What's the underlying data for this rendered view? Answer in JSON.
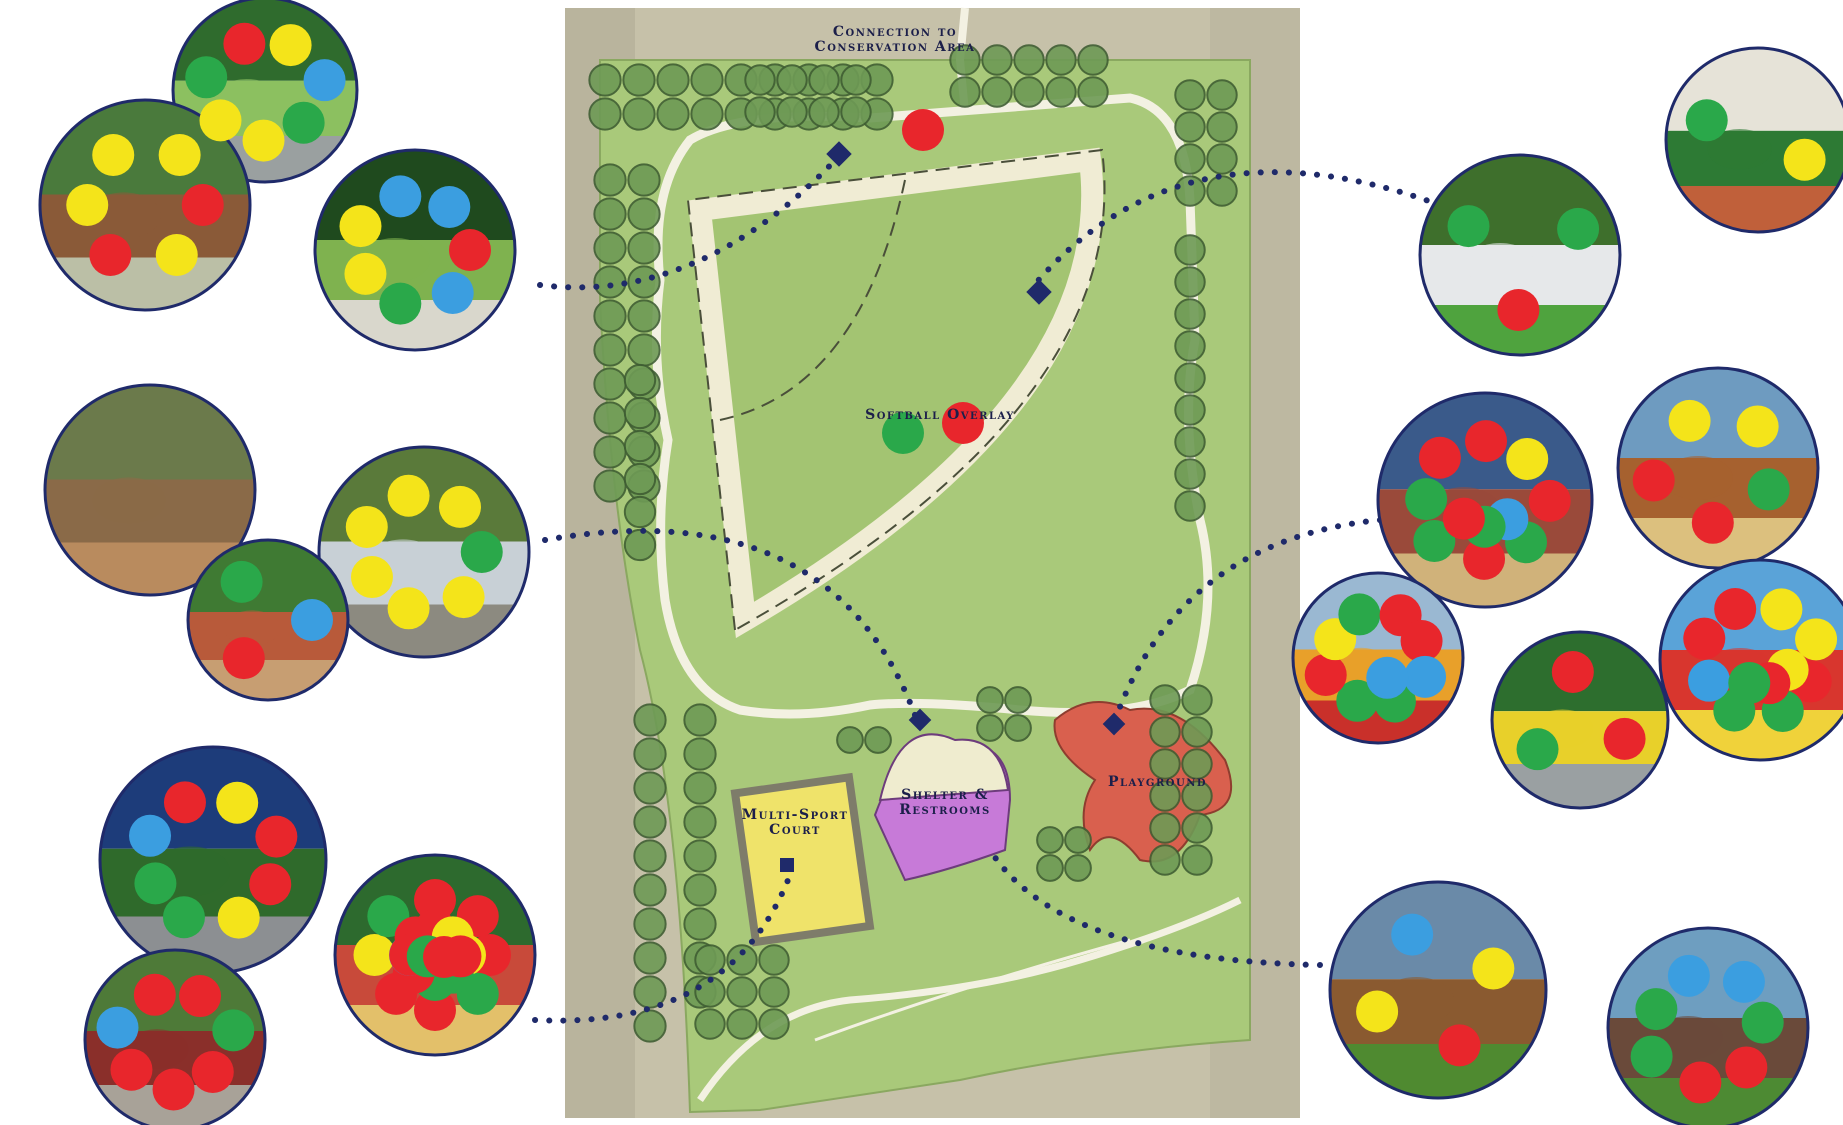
{
  "labels": {
    "connection": "Connection to\nConservation Area",
    "softball": "Softball Overlay",
    "playground": "Playground",
    "shelter": "Shelter &\nRestrooms",
    "court": "Multi-Sport\nCourt"
  },
  "colors": {
    "red": "#e8262c",
    "yellow": "#f4e41a",
    "green": "#2aa84a",
    "blue": "#3b9ee0",
    "connector": "#1f2a6a",
    "lawn": "#a9c97a",
    "light_lawn": "#cfe0a6",
    "path": "#f3f1e2",
    "playground": "#d9604e",
    "shelter": "#c77ad8",
    "court": "#efe36a",
    "tree": "#6e9a55"
  },
  "precedent_photos": [
    {
      "id": "trail-cyclists",
      "icon": "bike-trail-photo"
    },
    {
      "id": "picnic-pavilion",
      "icon": "pavilion-photo"
    },
    {
      "id": "bench-lawn",
      "icon": "bench-photo"
    },
    {
      "id": "seat-wall",
      "icon": "stone-wall-photo"
    },
    {
      "id": "cafe-plaza",
      "icon": "plaza-photo"
    },
    {
      "id": "outdoor-seating",
      "icon": "cafe-seating-photo"
    },
    {
      "id": "basketball-court",
      "icon": "basketball-photo"
    },
    {
      "id": "sport-court-colorful",
      "icon": "sport-court-photo"
    },
    {
      "id": "seating-circle",
      "icon": "seating-photo"
    },
    {
      "id": "baseball-field",
      "icon": "baseball-photo"
    },
    {
      "id": "batting-practice",
      "icon": "softball-photo"
    },
    {
      "id": "playground-castle",
      "icon": "play-structure-photo"
    },
    {
      "id": "playground-shade",
      "icon": "play-structure-photo"
    },
    {
      "id": "playground-climber",
      "icon": "climber-photo"
    },
    {
      "id": "play-equipment-yellow",
      "icon": "play-equipment-photo"
    },
    {
      "id": "play-structure-bright",
      "icon": "play-structure-photo"
    },
    {
      "id": "open-pavilion",
      "icon": "pavilion-photo"
    },
    {
      "id": "restroom-building",
      "icon": "restroom-photo"
    }
  ],
  "dot_votes": {
    "trail-cyclists": [
      "yellow",
      "yellow",
      "green",
      "red",
      "yellow",
      "blue",
      "green"
    ],
    "picnic-pavilion": [
      "red",
      "yellow",
      "red",
      "yellow",
      "yellow",
      "yellow"
    ],
    "bench-lawn": [
      "red",
      "blue",
      "green",
      "yellow",
      "yellow",
      "blue",
      "blue"
    ],
    "seat-wall": [],
    "cafe-plaza": [
      "green",
      "yellow",
      "yellow",
      "yellow",
      "yellow",
      "yellow",
      "yellow"
    ],
    "outdoor-seating": [
      "blue",
      "red",
      "green"
    ],
    "basketball-court": [
      "red",
      "yellow",
      "green",
      "green",
      "blue",
      "red",
      "yellow",
      "red"
    ],
    "sport-court-colorful": [
      "red",
      "green",
      "red",
      "red",
      "yellow",
      "green",
      "red",
      "red",
      "yellow",
      "green",
      "green",
      "red",
      "blue",
      "red",
      "red",
      "yellow",
      "red",
      "green",
      "red",
      "red"
    ],
    "seating-circle": [
      "red",
      "red",
      "blue",
      "red",
      "red",
      "green",
      "red"
    ],
    "baseball-field": [
      "red",
      "green",
      "green"
    ],
    "batting-practice": [
      "yellow",
      "green"
    ],
    "playground-castle": [
      "green",
      "red",
      "green",
      "green",
      "red",
      "red",
      "yellow",
      "red",
      "blue",
      "green",
      "red"
    ],
    "playground-shade": [
      "green",
      "red",
      "red",
      "yellow",
      "yellow"
    ],
    "playground-climber": [
      "green",
      "green",
      "red",
      "yellow",
      "green",
      "red",
      "red",
      "blue",
      "blue"
    ],
    "play-equipment-yellow": [
      "red",
      "green",
      "red"
    ],
    "play-structure-bright": [
      "red",
      "green",
      "green",
      "blue",
      "red",
      "red",
      "yellow",
      "yellow",
      "yellow",
      "red",
      "green"
    ],
    "open-pavilion": [
      "red",
      "yellow",
      "blue",
      "yellow"
    ],
    "restroom-building": [
      "red",
      "red",
      "green",
      "green",
      "blue",
      "blue",
      "green"
    ]
  },
  "plan_votes": [
    {
      "where": "connection-trail",
      "color": "red"
    },
    {
      "where": "softball-overlay",
      "color": "green"
    },
    {
      "where": "softball-overlay",
      "color": "red"
    }
  ]
}
